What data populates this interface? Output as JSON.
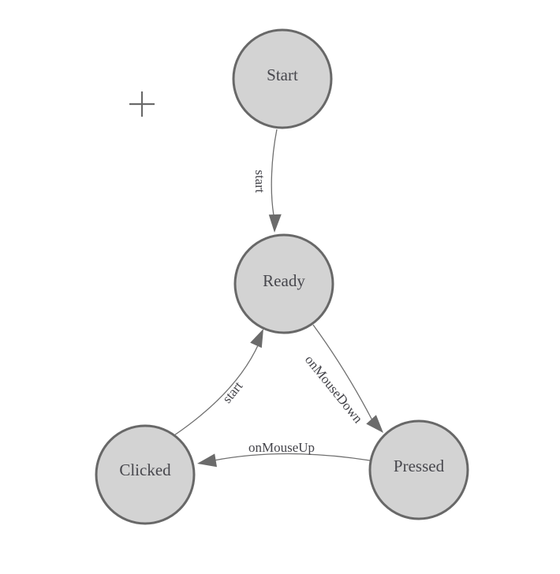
{
  "diagram": {
    "type": "state-diagram",
    "background_color": "#ffffff",
    "node_fill_color": "#d3d3d3",
    "node_border_color": "#686868",
    "edge_color": "#6f6f6f",
    "text_color": "#47474d",
    "icons": {
      "crosshair": "+"
    },
    "nodes": [
      {
        "id": "start",
        "label": "Start"
      },
      {
        "id": "ready",
        "label": "Ready"
      },
      {
        "id": "clicked",
        "label": "Clicked"
      },
      {
        "id": "pressed",
        "label": "Pressed"
      }
    ],
    "edges": [
      {
        "from": "Start",
        "to": "Ready",
        "label": "start"
      },
      {
        "from": "Ready",
        "to": "Pressed",
        "label": "onMouseDown"
      },
      {
        "from": "Pressed",
        "to": "Clicked",
        "label": "onMouseUp"
      },
      {
        "from": "Clicked",
        "to": "Ready",
        "label": "start"
      }
    ]
  }
}
